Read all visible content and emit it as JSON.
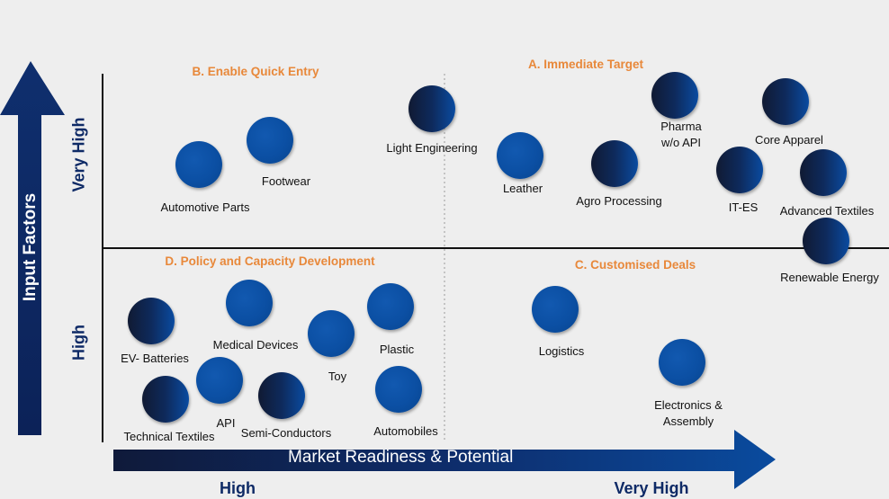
{
  "axes": {
    "y_title": "Input Factors",
    "x_title": "Market Readiness & Potential",
    "y_levels": [
      "Very High",
      "High"
    ],
    "x_levels": [
      "High",
      "Very High"
    ]
  },
  "quadrants": {
    "a": "A. Immediate Target",
    "b": "B. Enable Quick Entry",
    "c": "C. Customised Deals",
    "d": "D. Policy and Capacity Development"
  },
  "sectors": {
    "automotive_parts": "Automotive Parts",
    "footwear": "Footwear",
    "light_engineering": "Light Engineering",
    "leather": "Leather",
    "agro_processing": "Agro Processing",
    "pharma": "Pharma\nw/o API",
    "core_apparel": "Core Apparel",
    "it_es": "IT-ES",
    "advanced_textiles": "Advanced Textiles",
    "renewable_energy": "Renewable Energy",
    "ev_batteries": "EV- Batteries",
    "medical_devices": "Medical Devices",
    "toy": "Toy",
    "plastic": "Plastic",
    "api": "API",
    "technical_textiles": "Technical Textiles",
    "semi_conductors": "Semi-Conductors",
    "automobiles": "Automobiles",
    "logistics": "Logistics",
    "electronics": "Electronics &\nAssembly"
  },
  "colors": {
    "accent_orange": "#e8883a",
    "navy": "#0e2a66",
    "blue_dot": "#0b4fa3",
    "dark_dot": "#101a33"
  }
}
